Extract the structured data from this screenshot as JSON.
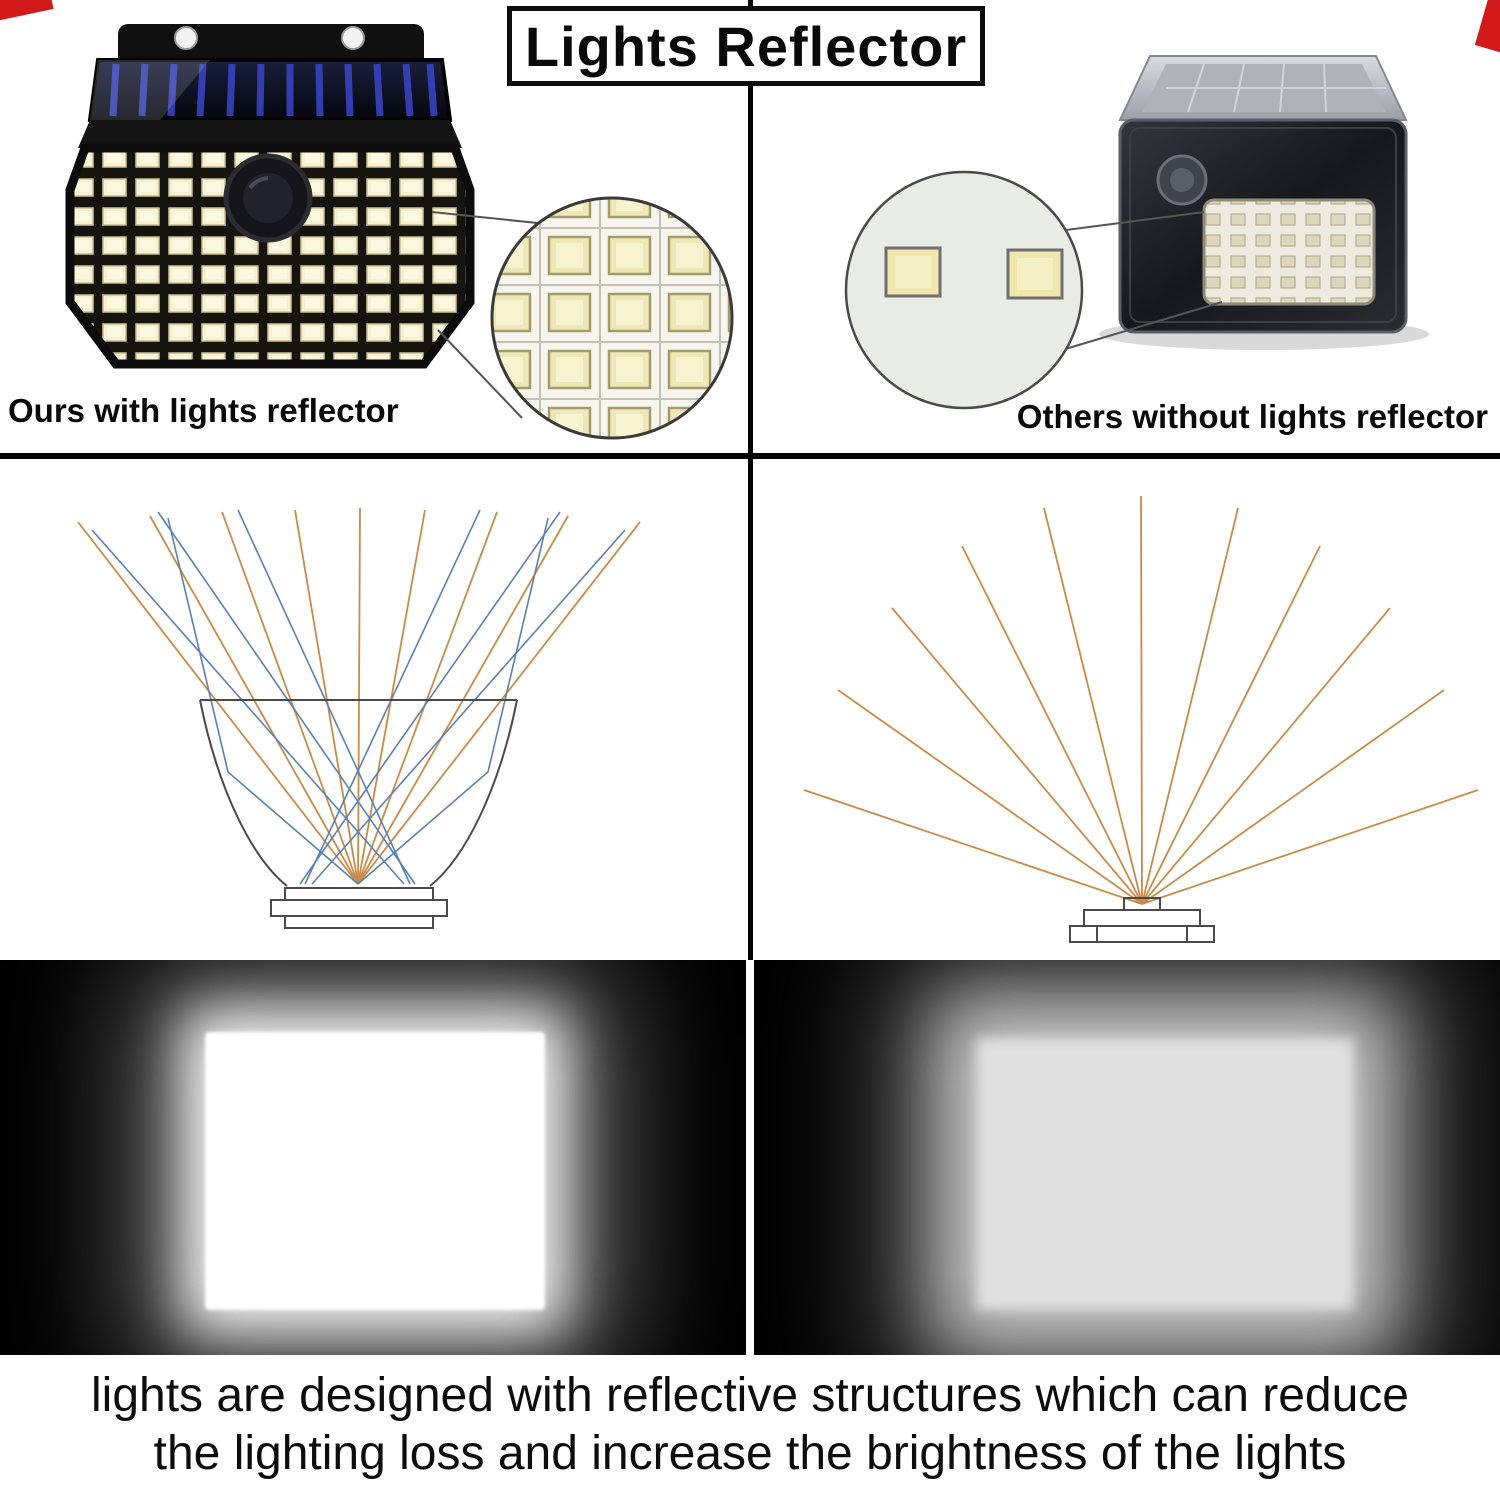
{
  "title": "Lights Reflector",
  "comparison": {
    "ours_caption": "Ours with lights reflector",
    "others_caption": "Others without lights reflector"
  },
  "footer": {
    "line1": "lights are designed with reflective structures  which can reduce",
    "line2": "the lighting loss and increase the brightness of the lights"
  },
  "colors": {
    "ray_orange": "#c98a4a",
    "ray_blue": "#5b7fb3",
    "divider_black": "#000000",
    "accent_red": "#d21a1a",
    "led_yellow": "#efe7ae",
    "photo_background": "#000000"
  }
}
